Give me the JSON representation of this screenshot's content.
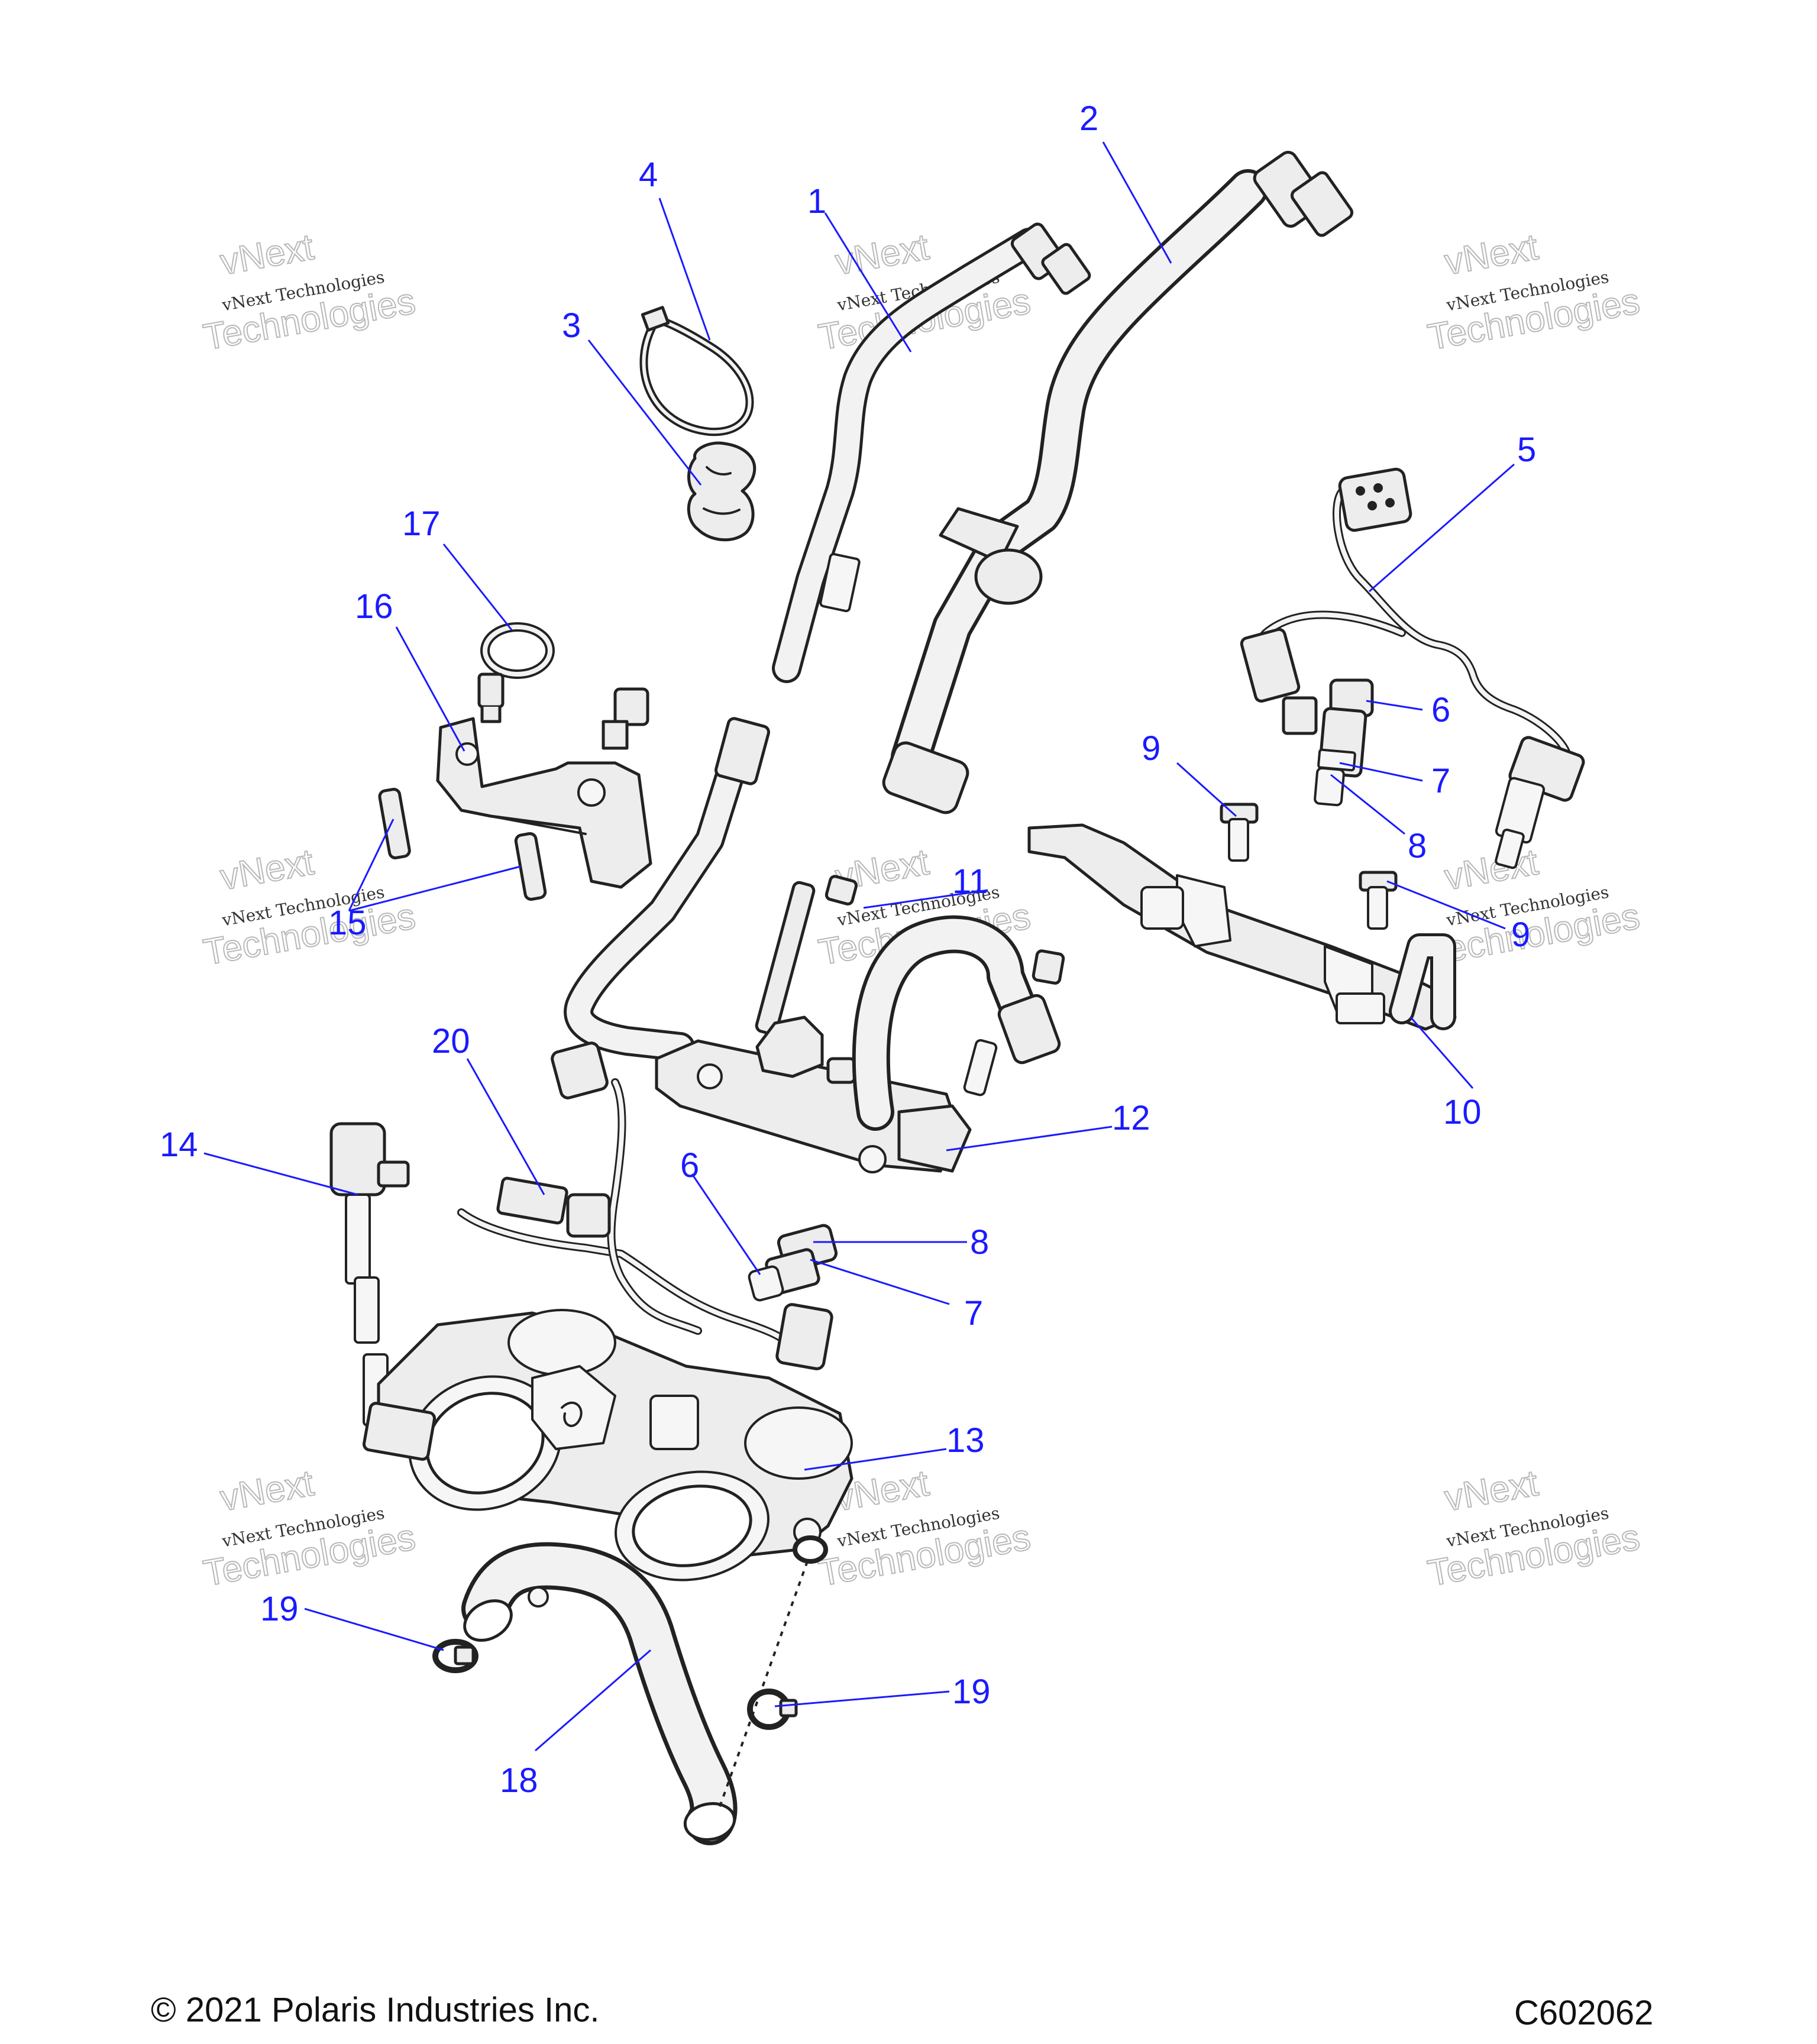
{
  "callouts": {
    "c1": "1",
    "c2": "2",
    "c3": "3",
    "c4": "4",
    "c5": "5",
    "c6a": "6",
    "c6b": "6",
    "c7a": "7",
    "c7b": "7",
    "c8a": "8",
    "c8b": "8",
    "c9a": "9",
    "c9b": "9",
    "c10": "10",
    "c11": "11",
    "c12": "12",
    "c13": "13",
    "c14": "14",
    "c15": "15",
    "c16": "16",
    "c17": "17",
    "c18": "18",
    "c19a": "19",
    "c19b": "19",
    "c20": "20"
  },
  "watermark": {
    "line1": "vNext Technologies",
    "big1": "vNext",
    "big2": "Technologies"
  },
  "footer": {
    "copyright": "© 2021 Polaris Industries Inc.",
    "code": "C602062"
  },
  "colors": {
    "callout": "#1a1aff",
    "line": "#222222",
    "fill": "#ededed"
  }
}
